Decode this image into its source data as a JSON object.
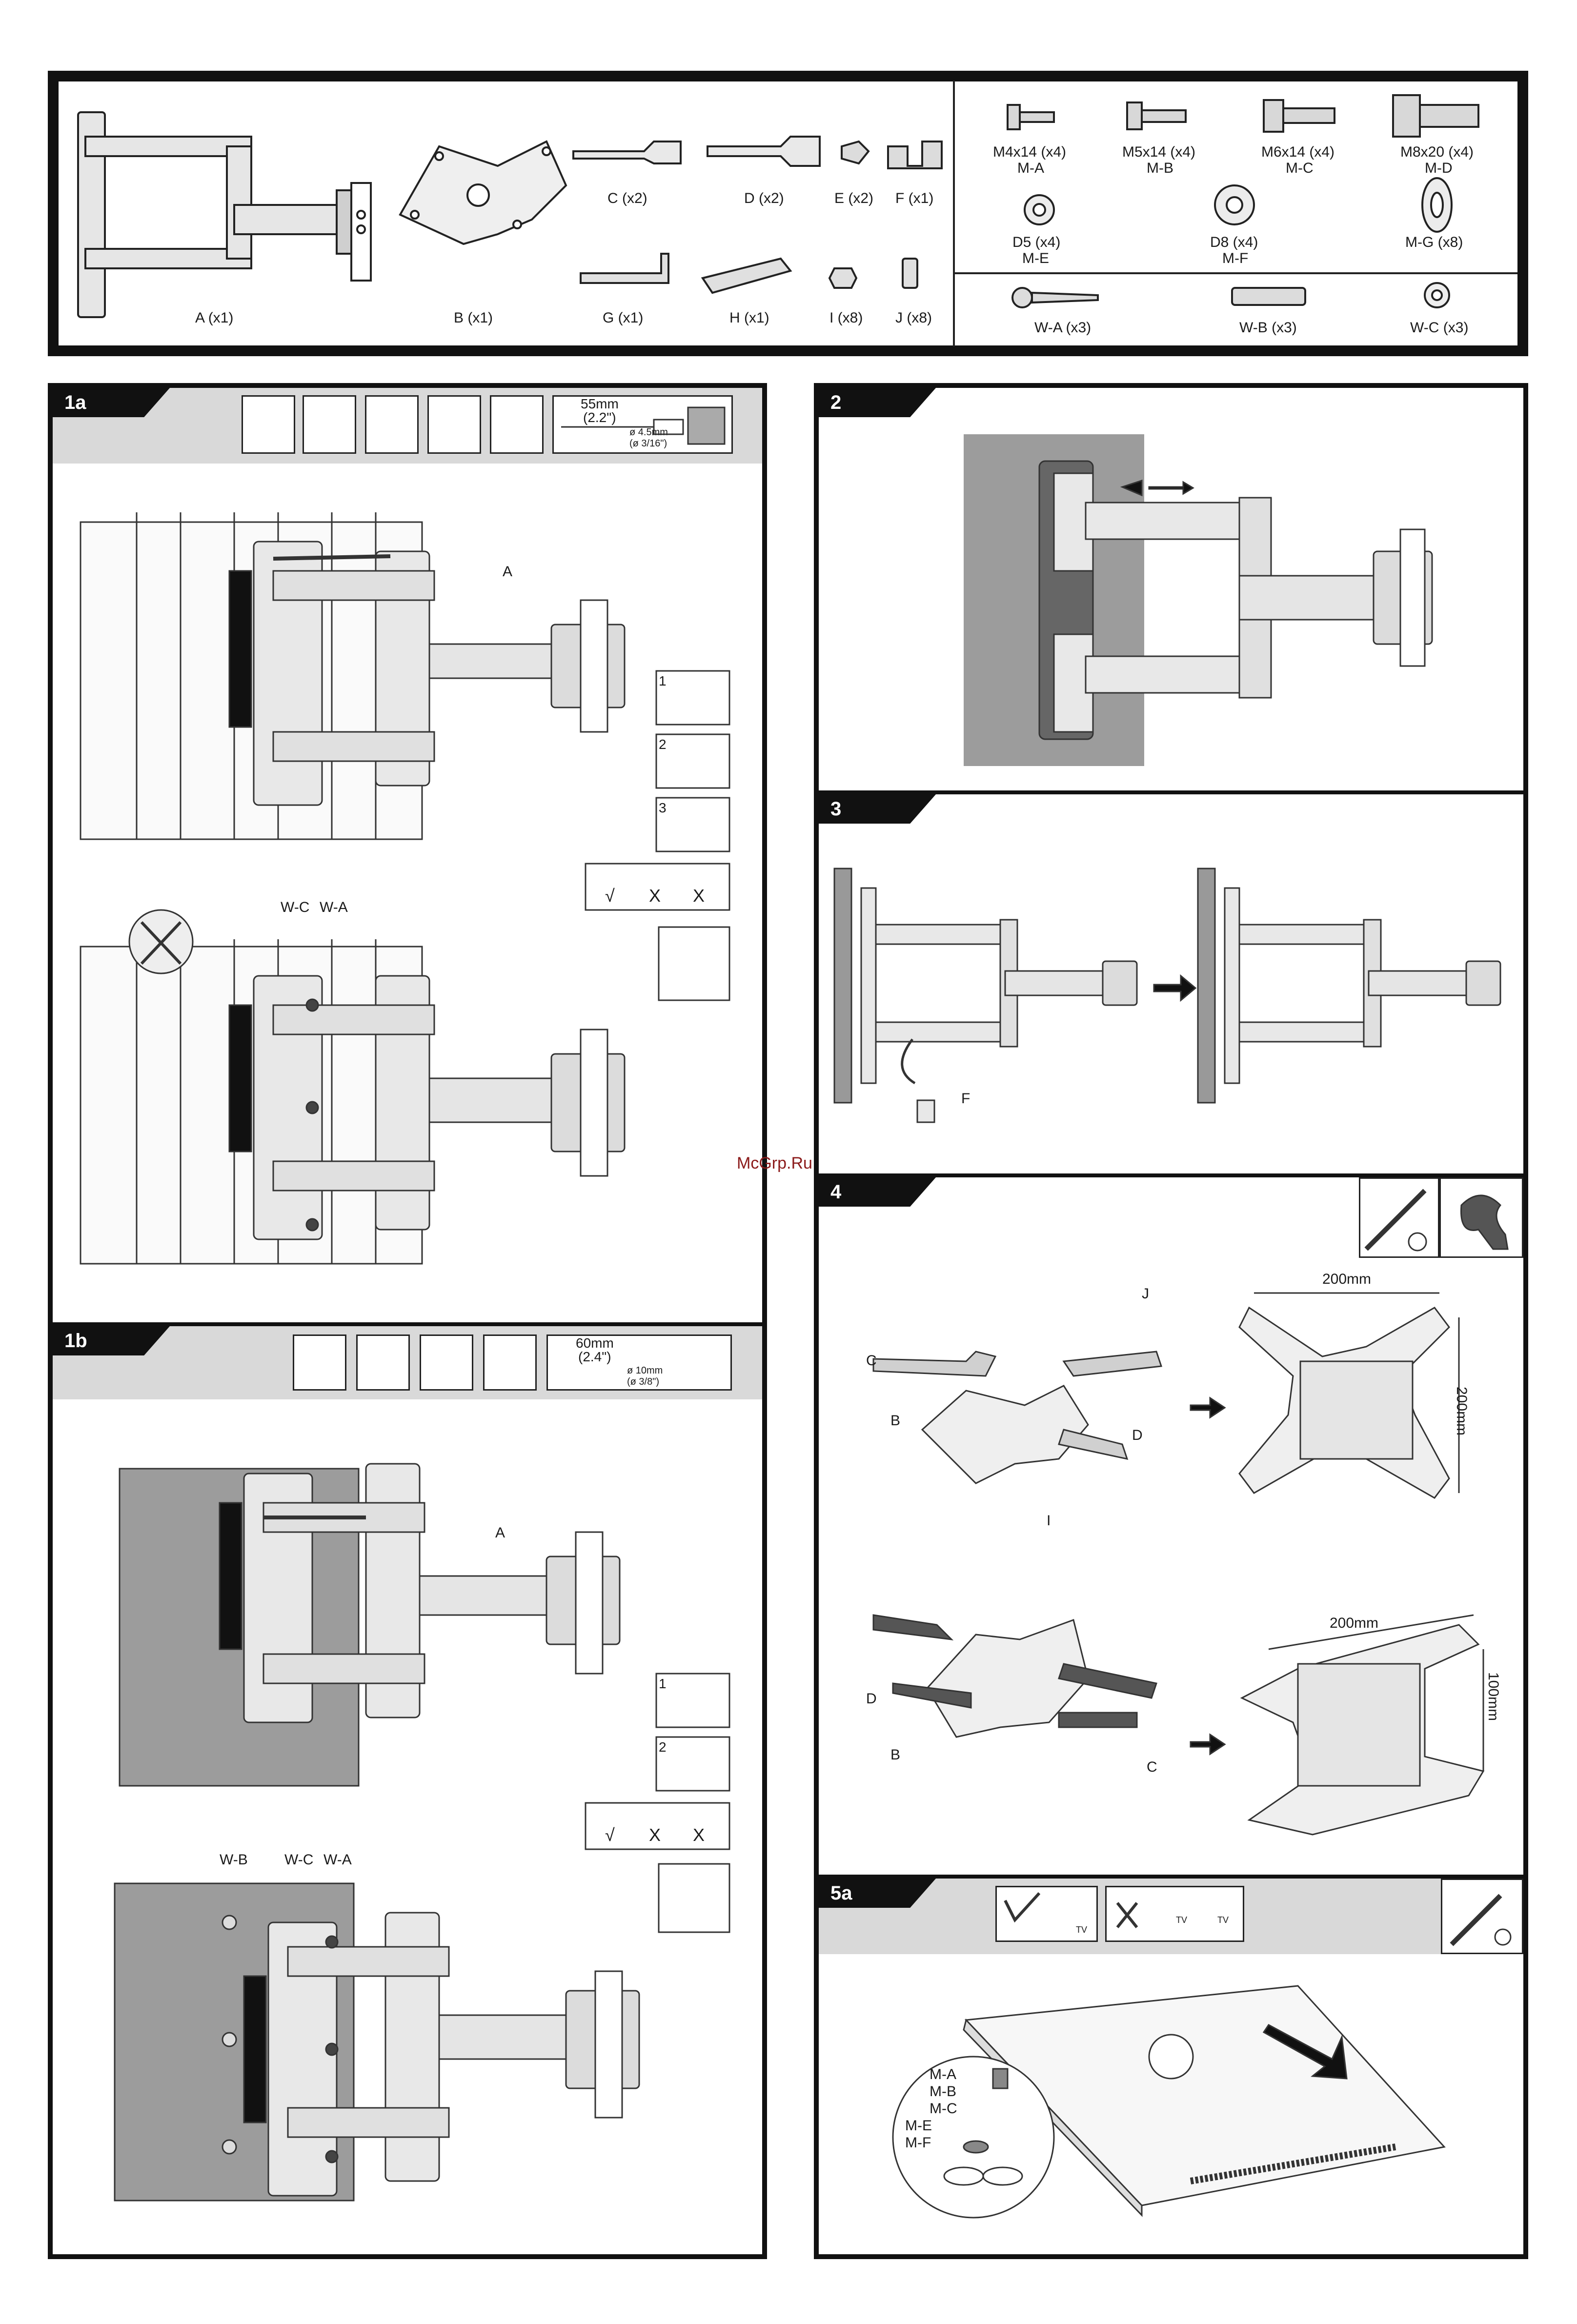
{
  "parts_left": [
    {
      "id": "A",
      "label": "A (x1)"
    },
    {
      "id": "B",
      "label": "B (x1)"
    },
    {
      "id": "C",
      "label": "C (x2)"
    },
    {
      "id": "D",
      "label": "D (x2)"
    },
    {
      "id": "E",
      "label": "E (x2)"
    },
    {
      "id": "F",
      "label": "F (x1)"
    },
    {
      "id": "G",
      "label": "G (x1)"
    },
    {
      "id": "H",
      "label": "H (x1)"
    },
    {
      "id": "I",
      "label": "I (x8)"
    },
    {
      "id": "J",
      "label": "J (x8)"
    }
  ],
  "parts_right_top": [
    {
      "spec": "M4x14 (x4)",
      "code": "M-A"
    },
    {
      "spec": "M5x14 (x4)",
      "code": "M-B"
    },
    {
      "spec": "M6x14 (x4)",
      "code": "M-C"
    },
    {
      "spec": "M8x20 (x4)",
      "code": "M-D"
    }
  ],
  "parts_right_mid": [
    {
      "spec": "D5 (x4)",
      "code": "M-E"
    },
    {
      "spec": "D8 (x4)",
      "code": "M-F"
    },
    {
      "spec": "M-G (x8)",
      "code": ""
    }
  ],
  "parts_right_bottom": [
    {
      "label": "W-A (x3)"
    },
    {
      "label": "W-B (x3)"
    },
    {
      "label": "W-C (x3)"
    }
  ],
  "steps": {
    "s1a": {
      "tab": "1a",
      "drill_top": "55mm",
      "drill_top_in": "(2.2\")",
      "drill_dia": "ø 4.5mm",
      "drill_dia_in": "(ø 3/16\")",
      "part_label": "A",
      "sub_steps": [
        "1",
        "2",
        "3"
      ],
      "check": [
        "√",
        "X",
        "X"
      ],
      "wc": "W-C",
      "wa": "W-A"
    },
    "s1b": {
      "tab": "1b",
      "drill_top": "60mm",
      "drill_top_in": "(2.4\")",
      "drill_dia": "ø 10mm",
      "drill_dia_in": "(ø 3/8\")",
      "part_label": "A",
      "sub_steps": [
        "1",
        "2"
      ],
      "check": [
        "√",
        "X",
        "X"
      ],
      "wb": "W-B",
      "wc": "W-C",
      "wa": "W-A"
    },
    "s2": {
      "tab": "2"
    },
    "s3": {
      "tab": "3",
      "part_label": "F"
    },
    "s4": {
      "tab": "4",
      "c": "C",
      "b": "B",
      "d": "D",
      "j": "J",
      "i": "I",
      "dim_top1": "200mm",
      "dim_side1": "200mm",
      "dim_top2": "200mm",
      "dim_side2": "100mm"
    },
    "s5a": {
      "tab": "5a",
      "tv1": "TV",
      "tv2": "TV",
      "tv3": "TV",
      "ma": "M-A",
      "mb": "M-B",
      "mc": "M-C",
      "me": "M-E",
      "mf": "M-F"
    }
  },
  "watermark": "McGrp.Ru"
}
